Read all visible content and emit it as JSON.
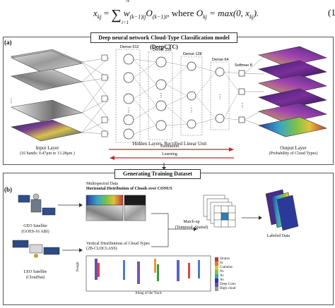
{
  "equation": {
    "lhs": "x",
    "lhs_sub": "kj",
    "equals": "=",
    "sum_upper": "N",
    "sum_lower": "i=1",
    "term": "w",
    "term_sub": "(k−1)ij",
    "o": "O",
    "o_sub": "(k−1)i",
    "where": ", where ",
    "rhs": "O",
    "rhs_sub": "kj",
    "rhs_eq": " = max(0, x",
    "rhs_end": ").",
    "number": "(1"
  },
  "panel_a": {
    "label": "(a)",
    "title": "Deep neural network Cloud-Type Classification model (DeepCTC)",
    "layers": [
      "Dense 512",
      "Dense 256",
      "Dense 128",
      "Dense 64",
      "Softmax 8"
    ],
    "hidden_label": "Hidden Layers, Rectified Linear Unit",
    "input_label": "Input Layer",
    "input_sub": "(16 bands: 0.47μm to 13.28μm )",
    "output_label": "Output Layer",
    "output_sub": "(Probability of Cloud Types)",
    "estimation": "Estimation",
    "learning": "Learning",
    "colors": {
      "accent": "#c0282d",
      "node_fill": "#ffffff",
      "line": "#555555"
    }
  },
  "panel_b": {
    "label": "(b)",
    "title": "Generating Training Dataset",
    "geo_label": "GEO Satellite",
    "geo_sub": "(GOES-16 ABI)",
    "leo_label": "LEO Satellite",
    "leo_sub": "(CloudSat)",
    "ms_title": "Multispectral Data",
    "ms_sub": "Horizontal Distribution of Clouds over CONUS",
    "vd_title": "Vertical Distributions of Cloud Types",
    "vd_sub": "(2B-CLDCLASS)",
    "match_title": "Match-up",
    "match_sub": "(Temporal, Spatial)",
    "labeled": "Labeled Data",
    "xaxis": "Along of the Track",
    "yaxis": "Height",
    "legend": [
      "Stratus",
      "Sc",
      "Cumulus",
      "Ns",
      "Ac",
      "As",
      "Deep Conv.",
      "High cloud"
    ]
  }
}
